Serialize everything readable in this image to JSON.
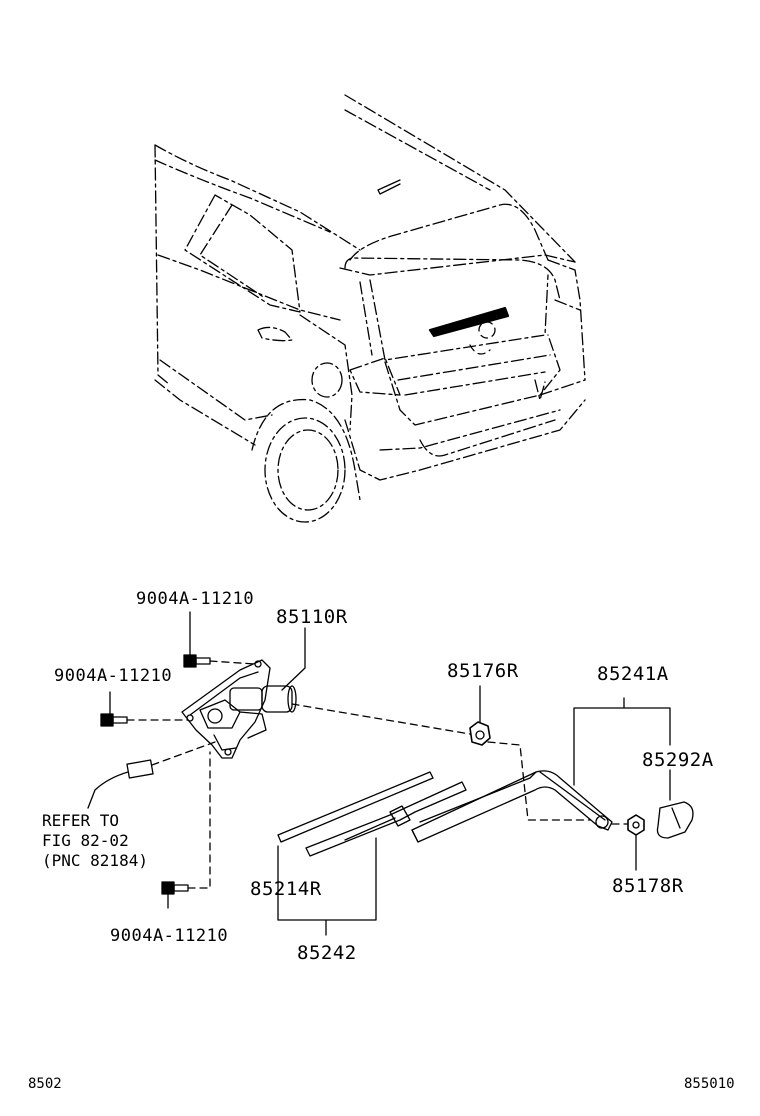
{
  "labels": {
    "bolt_top": "9004A-11210",
    "bolt_left": "9004A-11210",
    "bolt_bottom": "9004A-11210",
    "motor": "85110R",
    "cap_nut": "85176R",
    "arm_assy": "85241A",
    "cap": "85292A",
    "nut": "85178R",
    "blade": "85214R",
    "blade_assy": "85242"
  },
  "refer": {
    "line1": "REFER TO",
    "line2": "FIG 82-02",
    "line3": "(PNC 82184)"
  },
  "footer": {
    "left": "8502",
    "right": "855010"
  }
}
